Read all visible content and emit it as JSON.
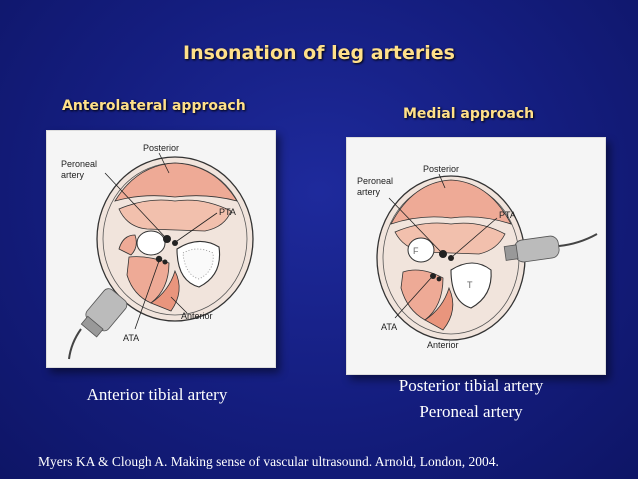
{
  "slide": {
    "title": "Insonation of leg arteries",
    "left": {
      "heading": "Anterolateral approach",
      "labels": {
        "posterior": "Posterior",
        "peroneal": "Peroneal",
        "artery": "artery",
        "pta": "PTA",
        "anterior": "Anterior",
        "ata": "ATA"
      },
      "caption": "Anterior tibial artery"
    },
    "right": {
      "heading": "Medial approach",
      "labels": {
        "posterior": "Posterior",
        "peroneal": "Peroneal",
        "artery": "artery",
        "pta": "PTA",
        "ata": "ATA",
        "anterior": "Anterior",
        "f": "F",
        "t": "T"
      },
      "caption_line1": "Posterior tibial artery",
      "caption_line2": "Peroneal artery"
    },
    "citation": "Myers KA & Clough A. Making sense of vascular ultrasound. Arnold, London, 2004."
  },
  "colors": {
    "background": "#141d7e",
    "heading": "#ffe08a",
    "muscle": "#eeaa96",
    "muscle_dark": "#d9826b",
    "bone": "#ffffff"
  }
}
